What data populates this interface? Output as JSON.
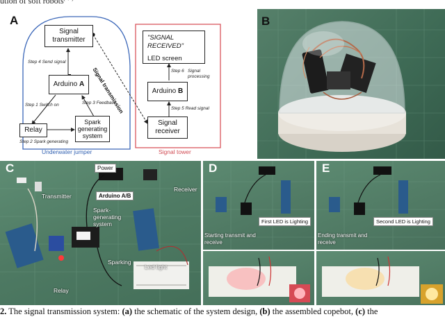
{
  "header_fragment": "ution of soft robots",
  "panels": {
    "a": {
      "letter": "A",
      "signal_transmitter": "Signal transmitter",
      "arduino_a_prefix": "Arduino ",
      "arduino_a_suffix": "A",
      "relay": "Relay",
      "spark_system": "Spark generating system",
      "signal_transmission": "Signal transmission",
      "signal_received": "\"SIGNAL RECEIVED\"",
      "led_screen": "LED screen",
      "arduino_b_prefix": "Arduino ",
      "arduino_b_suffix": "B",
      "signal_receiver": "Signal receiver",
      "step1": "Step 1 Switch on",
      "step2": "Step 2 Spark generating",
      "step3": "Step 3 Feedback",
      "step4": "Step 4 Send signal",
      "step5": "Step 5 Read signal",
      "step6": "Step 6",
      "step6b": "Signal processing",
      "underwater_jumper": "Underwater jumper",
      "signal_tower": "Signal tower"
    },
    "b": {
      "letter": "B"
    },
    "c": {
      "letter": "C",
      "power": "Power",
      "transmitter": "Transmitter",
      "receiver": "Receiver",
      "arduino_ab": "Arduino A/B",
      "spark_system": "Spark-generating system",
      "relay": "Relay",
      "sparking": "Sparking",
      "led_light": "Led light"
    },
    "d": {
      "letter": "D",
      "first_led": "First LED is Lighting",
      "starting": "Starting transmit and receive"
    },
    "e": {
      "letter": "E",
      "second_led": "Second LED is Lighting",
      "ending": "Ending transmit and receive"
    }
  },
  "caption": {
    "figure_number": "2.",
    "text_before": " The signal transmission system: ",
    "a_label": "(a)",
    "a_text": " the schematic of the system design, ",
    "b_label": "(b)",
    "b_text": " the assembled copebot, ",
    "c_label": "(c)",
    "c_text": " the"
  },
  "colors": {
    "underwater_border": "#3a66b8",
    "tower_border": "#d9545c",
    "underwater_text": "#2f5fb0",
    "tower_text": "#d04a52"
  }
}
